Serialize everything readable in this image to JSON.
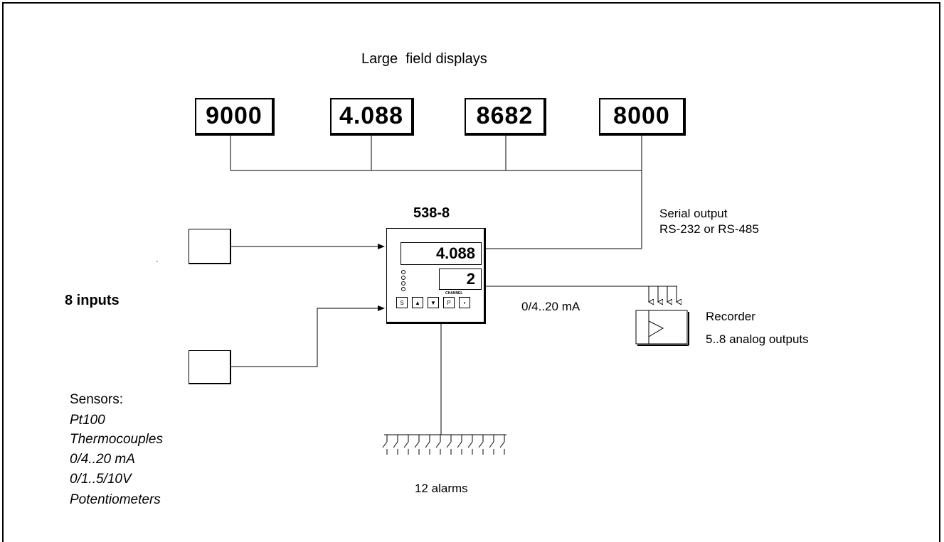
{
  "title": "Large  field displays",
  "large_displays": [
    "9000",
    "4.088",
    "8682",
    "8000"
  ],
  "device": {
    "model": "538-8",
    "main_value": "4.088",
    "channel_value": "2",
    "channel_label": "CHANNEL",
    "keys": [
      "S",
      "▲",
      "▼",
      "P",
      "•"
    ]
  },
  "serial": {
    "line1": "Serial output",
    "line2": "RS-232 or RS-485"
  },
  "analog_label": "0/4..20 mA",
  "recorder": {
    "line1": "Recorder",
    "line2": "5..8 analog outputs"
  },
  "inputs_label": "8 inputs",
  "sensors": {
    "heading": "Sensors:",
    "items": [
      "Pt100",
      "Thermocouples",
      "0/4..20 mA",
      "0/1..5/10V",
      "Potentiometers"
    ]
  },
  "alarms_label": "12 alarms",
  "icons": {
    "thermocouple": "thermocouple-icon",
    "transformer": "current-transformer-icon",
    "recorder": "recorder-icon",
    "alarm_relays": "relay-contacts-icon"
  }
}
